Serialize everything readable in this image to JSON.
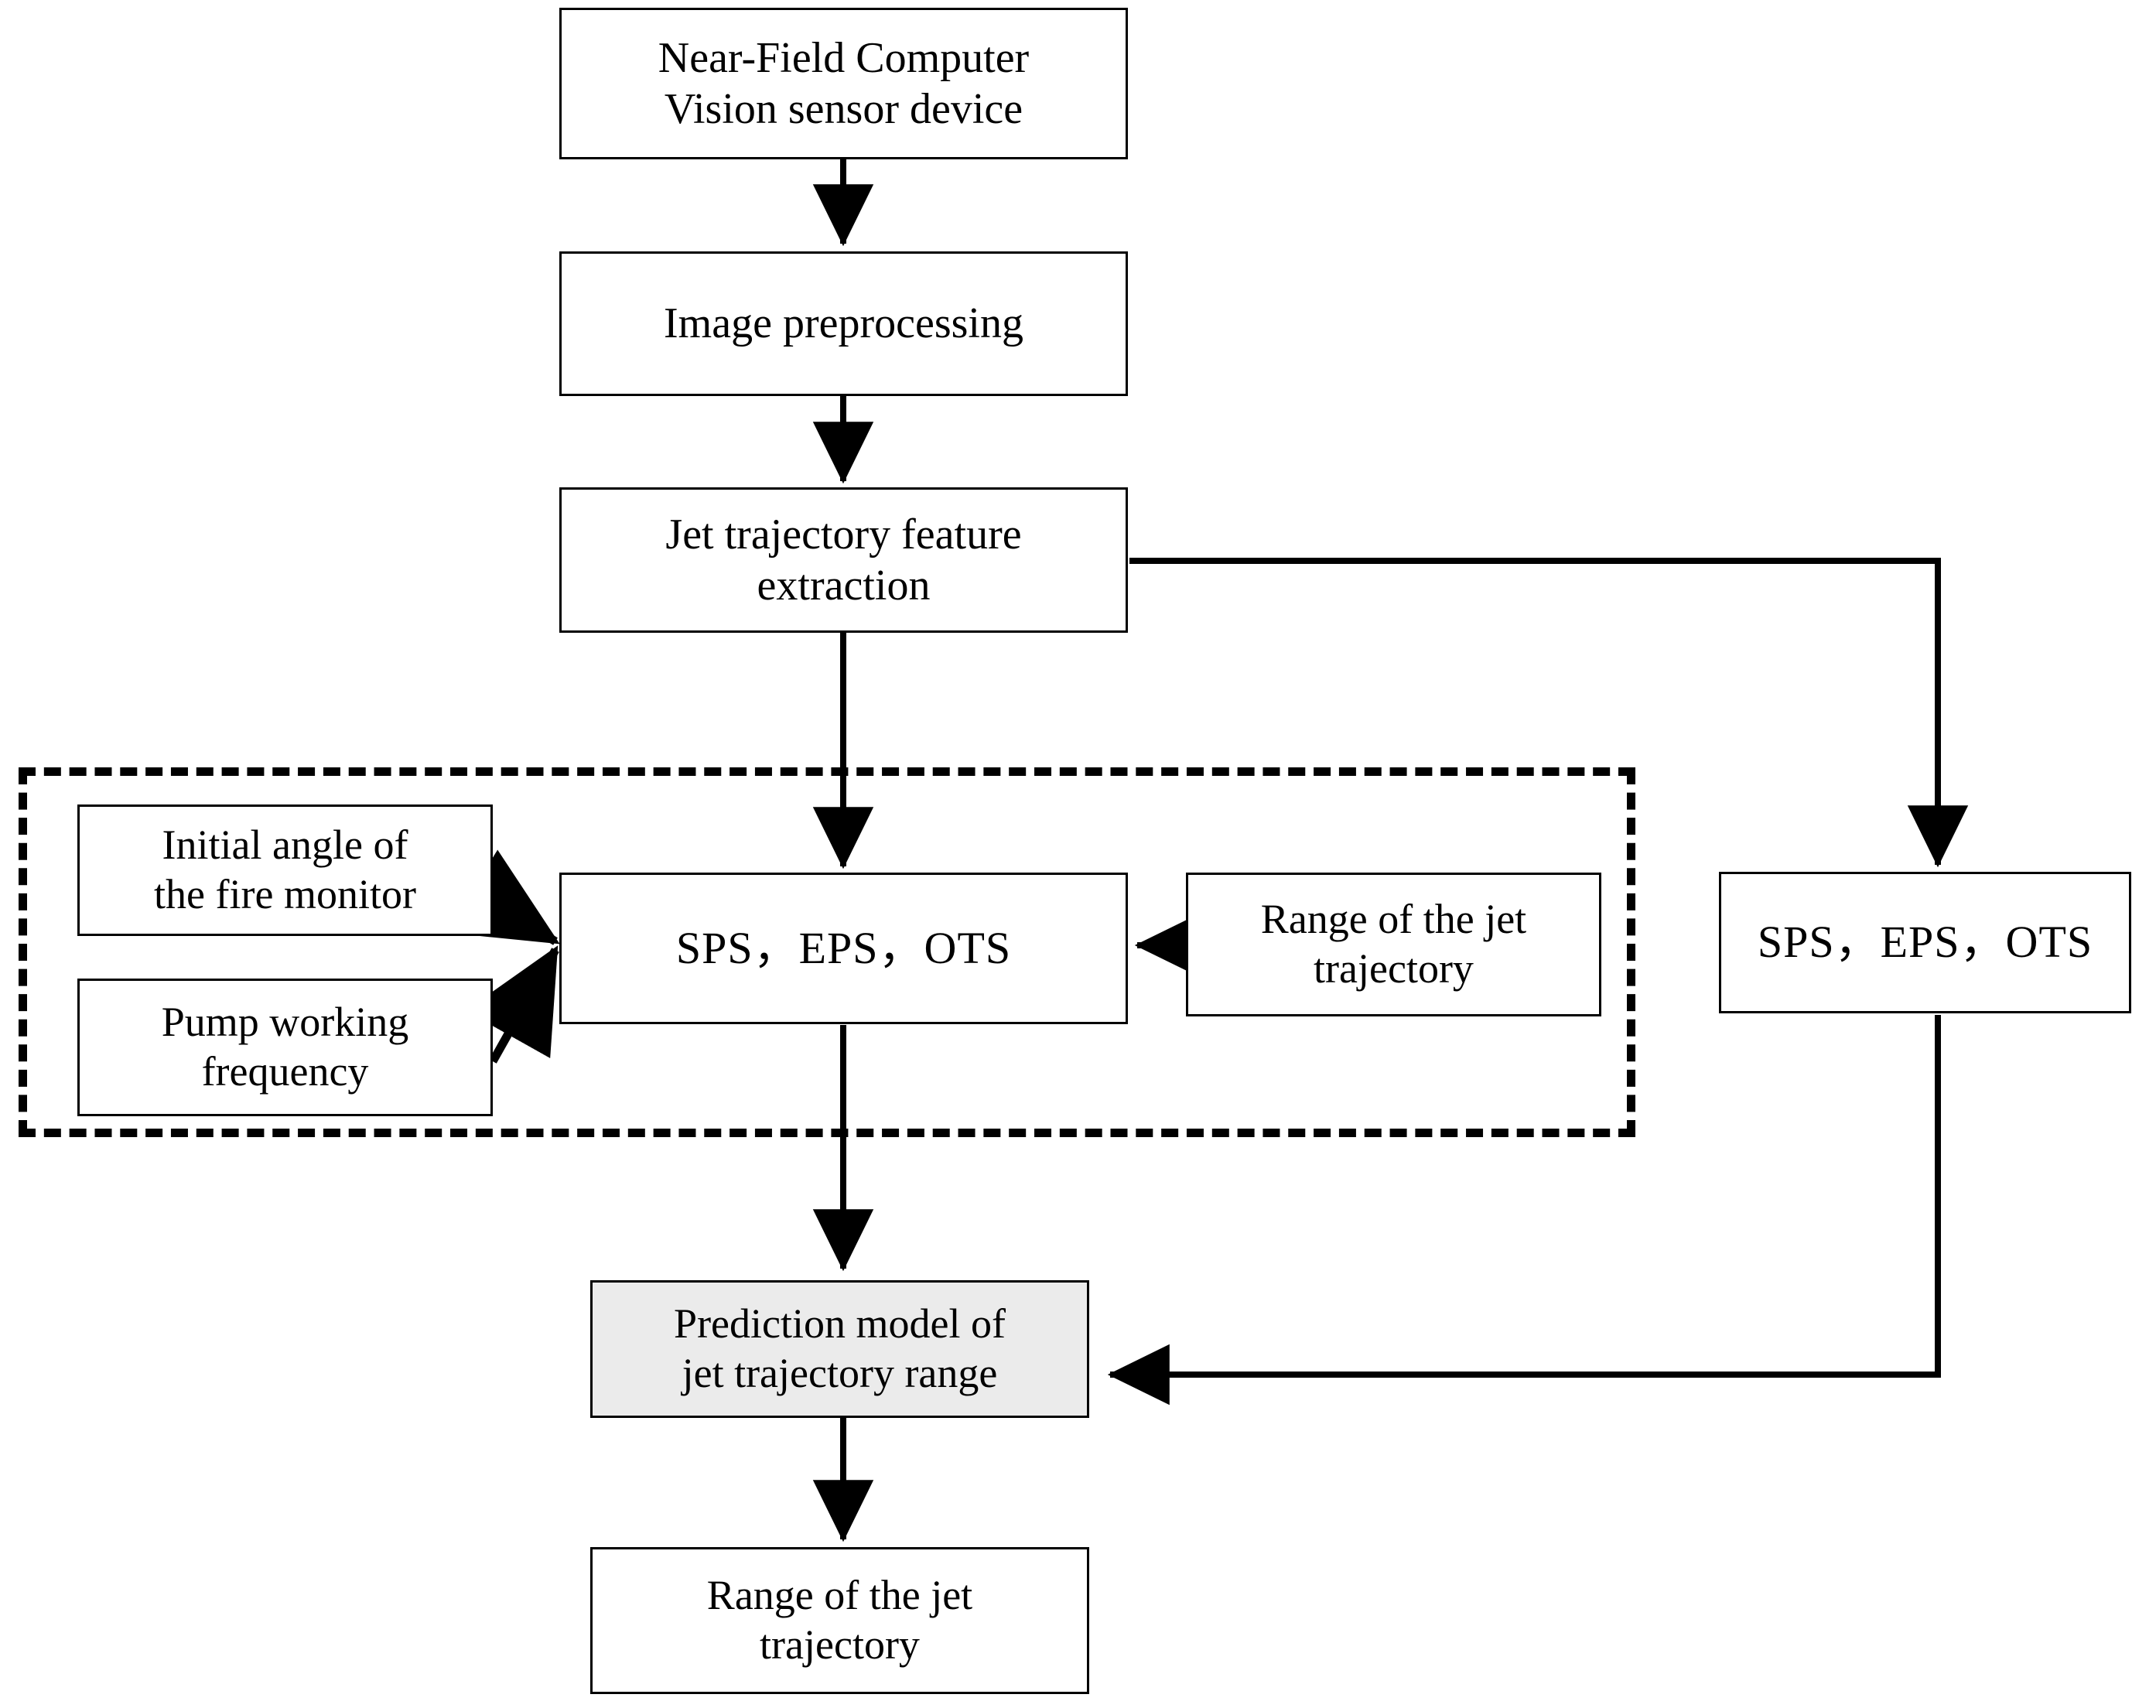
{
  "diagram": {
    "title": "Jet trajectory range prediction flowchart",
    "colors": {
      "line": "#000000",
      "box_fill": "#ffffff",
      "highlight_fill": "#ebebeb",
      "text": "#000000"
    },
    "nodes": {
      "sensor": {
        "label": "Near-Field Computer\nVision sensor device"
      },
      "preprocessing": {
        "label": "Image preprocessing"
      },
      "feature_extraction": {
        "label": "Jet trajectory feature\nextraction"
      },
      "initial_angle": {
        "label": "Initial  angle of\nthe fire monitor"
      },
      "pump_frequency": {
        "label": "Pump working\nfrequency"
      },
      "sps_eps_ots_left": {
        "label": "SPS，EPS，OTS"
      },
      "range_input": {
        "label": "Range of the jet\ntrajectory"
      },
      "sps_eps_ots_right": {
        "label": "SPS，EPS，OTS"
      },
      "prediction_model": {
        "label": "Prediction model of\njet trajectory range"
      },
      "range_output": {
        "label": "Range of the jet\ntrajectory"
      }
    },
    "groups": {
      "training_group": {
        "label": ""
      }
    },
    "edges": [
      {
        "from": "sensor",
        "to": "preprocessing",
        "kind": "arrow-down"
      },
      {
        "from": "preprocessing",
        "to": "feature_extraction",
        "kind": "arrow-down"
      },
      {
        "from": "feature_extraction",
        "to": "sps_eps_ots_left",
        "kind": "arrow-down"
      },
      {
        "from": "feature_extraction",
        "to": "sps_eps_ots_right",
        "kind": "arrow-elbow-right-down"
      },
      {
        "from": "initial_angle",
        "to": "sps_eps_ots_left",
        "kind": "arrow-diagonal"
      },
      {
        "from": "pump_frequency",
        "to": "sps_eps_ots_left",
        "kind": "arrow-diagonal"
      },
      {
        "from": "range_input",
        "to": "sps_eps_ots_left",
        "kind": "arrow-left"
      },
      {
        "from": "sps_eps_ots_left",
        "to": "prediction_model",
        "kind": "arrow-down"
      },
      {
        "from": "sps_eps_ots_right",
        "to": "prediction_model",
        "kind": "arrow-elbow-down-left"
      },
      {
        "from": "prediction_model",
        "to": "range_output",
        "kind": "arrow-down"
      }
    ]
  }
}
